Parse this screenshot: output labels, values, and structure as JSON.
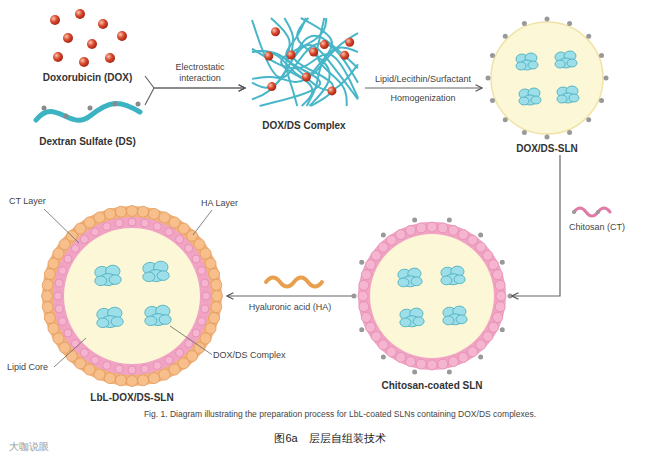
{
  "diagram": {
    "caption": "图6a　层层自组装技术",
    "nodes": [
      {
        "text": [
          "Doxorubicin (DOX)"
        ]
      },
      {
        "text": [
          "Dextran Sulfate (DS)"
        ]
      },
      {
        "text": [
          "DOX/DS Complex"
        ]
      },
      {
        "text": [
          "DOX/DS-SLN"
        ]
      },
      {
        "text": [
          "Chitosan-coated SLN"
        ]
      },
      {
        "text": [
          "LbL-DOX/DS-SLN"
        ]
      }
    ],
    "edges": [
      {
        "from": 0,
        "to": 2,
        "arrow": "to",
        "label": "Electrostatic interaction"
      },
      {
        "from": 1,
        "to": 2,
        "arrow": "to"
      },
      {
        "from": 2,
        "to": 3,
        "arrow": "to",
        "label": "Lipid/Lecithin/Surfactant"
      },
      {
        "from": 3,
        "to": 4,
        "arrow": "to",
        "label": "Chitosan (CT)"
      },
      {
        "from": 4,
        "to": 5,
        "arrow": "to",
        "label": "Hyaluronic acid (HA)"
      }
    ],
    "labels": [
      "Homogenization",
      "CT Layer",
      "HA Layer",
      "Lipid Core",
      "DOX/DS Complex",
      "Fig. 1. Diagram illustrating the preparation process for LbL-coated SLNs containing DOX/DS complexes.",
      "大咖说眼"
    ]
  }
}
